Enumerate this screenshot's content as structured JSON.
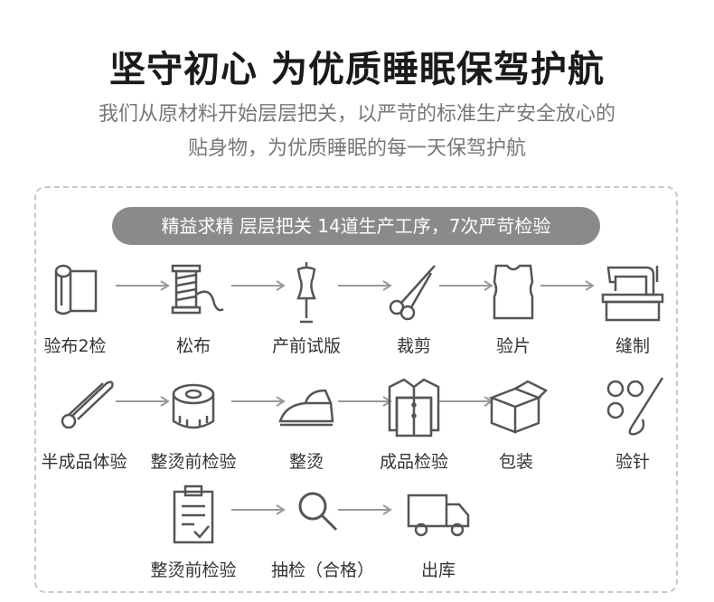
{
  "header": {
    "title": "坚守初心 为优质睡眠保驾护航",
    "subtitle_line1": "我们从原材料开始层层把关，以严苛的标准生产安全放心的",
    "subtitle_line2": "贴身物，为优质睡眠的每一天保驾护航"
  },
  "banner": {
    "text": "精益求精 层层把关  14道生产工序，7次严苛检验"
  },
  "steps": [
    {
      "label": "验布2检",
      "icon": "fabric-roll-icon"
    },
    {
      "label": "松布",
      "icon": "thread-spool-icon"
    },
    {
      "label": "产前试版",
      "icon": "dress-form-icon"
    },
    {
      "label": "裁剪",
      "icon": "scissors-icon"
    },
    {
      "label": "验片",
      "icon": "garment-pattern-icon"
    },
    {
      "label": "缝制",
      "icon": "sewing-machine-icon"
    },
    {
      "label": "半成品体验",
      "icon": "safety-pin-icon"
    },
    {
      "label": "整烫前检验",
      "icon": "tape-measure-icon"
    },
    {
      "label": "整烫",
      "icon": "iron-icon"
    },
    {
      "label": "成品检验",
      "icon": "shirt-icon"
    },
    {
      "label": "包装",
      "icon": "package-box-icon"
    },
    {
      "label": "验针",
      "icon": "needle-buttons-icon"
    },
    {
      "label": "整烫前检验",
      "icon": "clipboard-check-icon"
    },
    {
      "label": "抽检（合格）",
      "icon": "magnifier-icon"
    },
    {
      "label": "出库",
      "icon": "truck-icon"
    }
  ],
  "colors": {
    "icon": "#555555",
    "banner_bg": "#8a8a8a",
    "arrow": "#9a9a9a"
  }
}
